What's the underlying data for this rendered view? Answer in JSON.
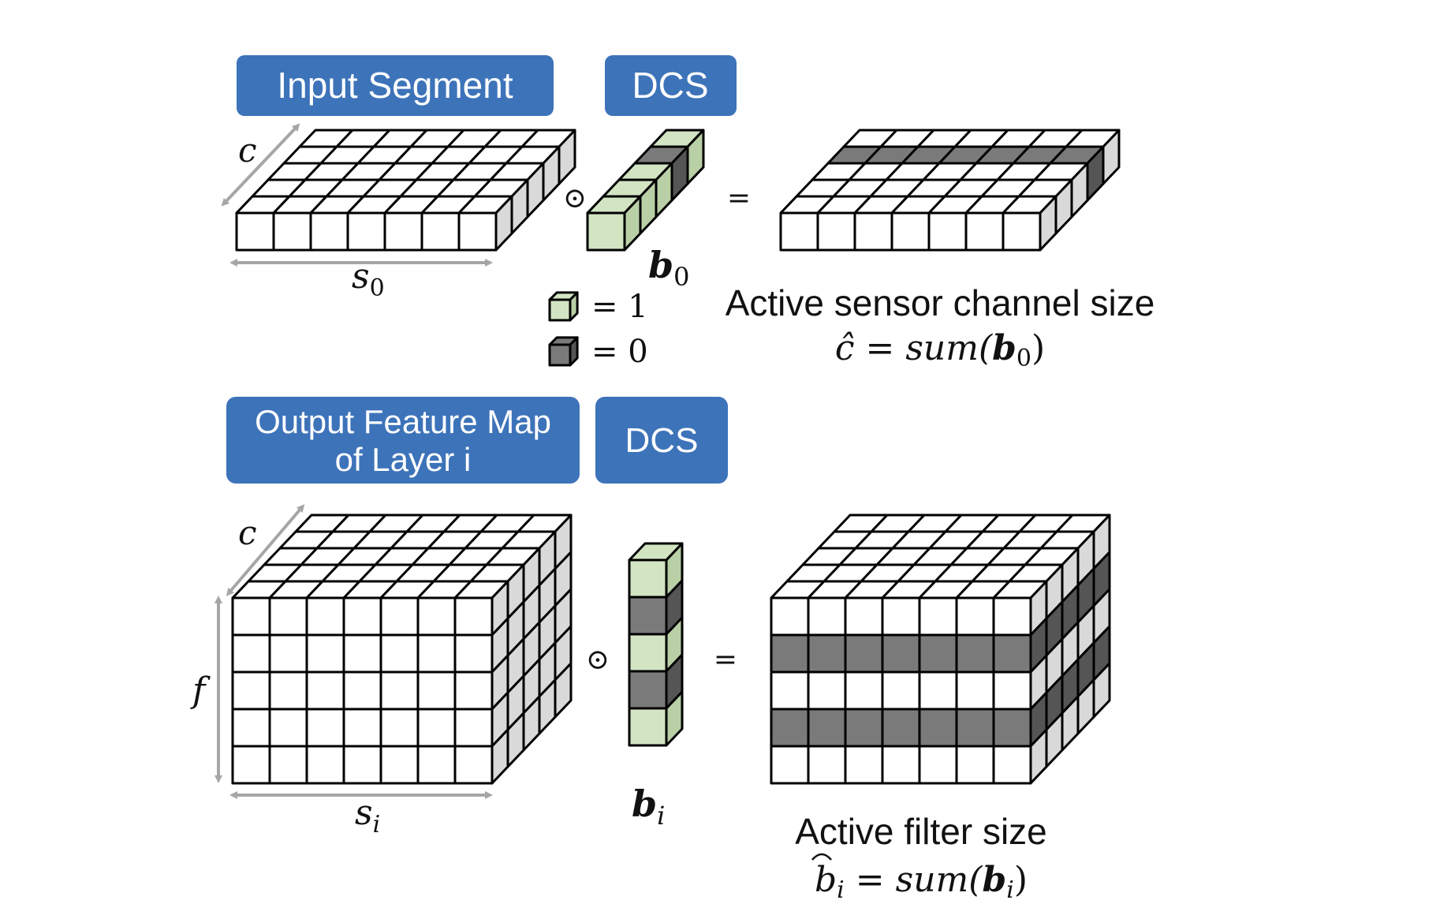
{
  "colors": {
    "tag_fill": "#3d73b9",
    "active_cell": "#d2e4c2",
    "inactive_cell": "#7a7a7a",
    "side_face": "#d9d9d9",
    "arrow": "#a6a6a6"
  },
  "top": {
    "input_tag": "Input Segment",
    "dcs_tag": "DCS",
    "dim_c": "c",
    "dim_s": "s",
    "dim_s_sub": "0",
    "vector_name": "b",
    "vector_sub": "0",
    "vector_pattern": [
      1,
      0,
      1,
      1,
      1
    ],
    "odot": "⊙",
    "equals": "=",
    "legend_one": "= 1",
    "legend_zero": "= 0",
    "caption_title": "Active sensor channel size",
    "caption_formula": {
      "lhs": "ĉ",
      "eq": " = ",
      "func": "sum(",
      "arg": "b",
      "arg_sub": "0",
      "close": ")"
    }
  },
  "bottom": {
    "output_tag_line1": "Output Feature Map",
    "output_tag_line2": "of Layer i",
    "dcs_tag": "DCS",
    "dim_c": "c",
    "dim_f": "f",
    "dim_s": "s",
    "dim_s_sub": "i",
    "vector_name": "b",
    "vector_sub": "i",
    "vector_pattern": [
      1,
      0,
      1,
      0,
      1
    ],
    "odot": "⊙",
    "equals": "=",
    "caption_title": "Active filter size",
    "caption_formula": {
      "lhs": "b",
      "lhs_sub": "i",
      "eq": " = ",
      "func": "sum(",
      "arg": "b",
      "arg_sub": "i",
      "close": ")"
    }
  }
}
